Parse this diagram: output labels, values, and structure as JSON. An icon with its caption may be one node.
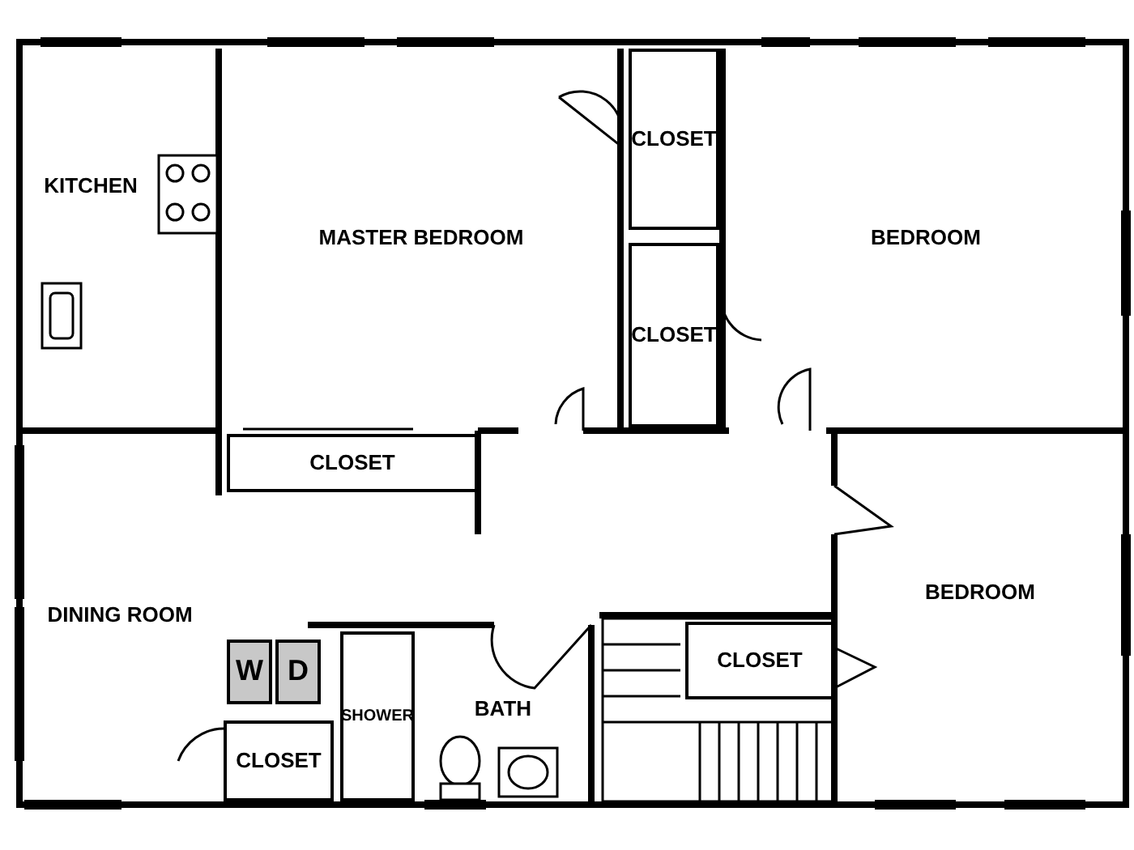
{
  "diagram": {
    "nodes": [
      {
        "text": [
          "KITCHEN"
        ]
      },
      {
        "text": [
          "MASTER BEDROOM"
        ]
      },
      {
        "text": [
          "CLOSET"
        ]
      },
      {
        "text": [
          "BEDROOM"
        ]
      },
      {
        "text": [
          "CLOSET"
        ]
      },
      {
        "text": [
          "CLOSET"
        ]
      },
      {
        "text": [
          "DINING ROOM"
        ]
      },
      {
        "text": [
          "W"
        ]
      },
      {
        "text": [
          "D"
        ]
      },
      {
        "text": [
          "SHOWER"
        ]
      },
      {
        "text": [
          "BATH"
        ]
      },
      {
        "text": [
          "CLOSET"
        ]
      },
      {
        "text": [
          "BEDROOM"
        ]
      },
      {
        "text": [
          "CLOSET"
        ]
      }
    ],
    "edges": []
  }
}
